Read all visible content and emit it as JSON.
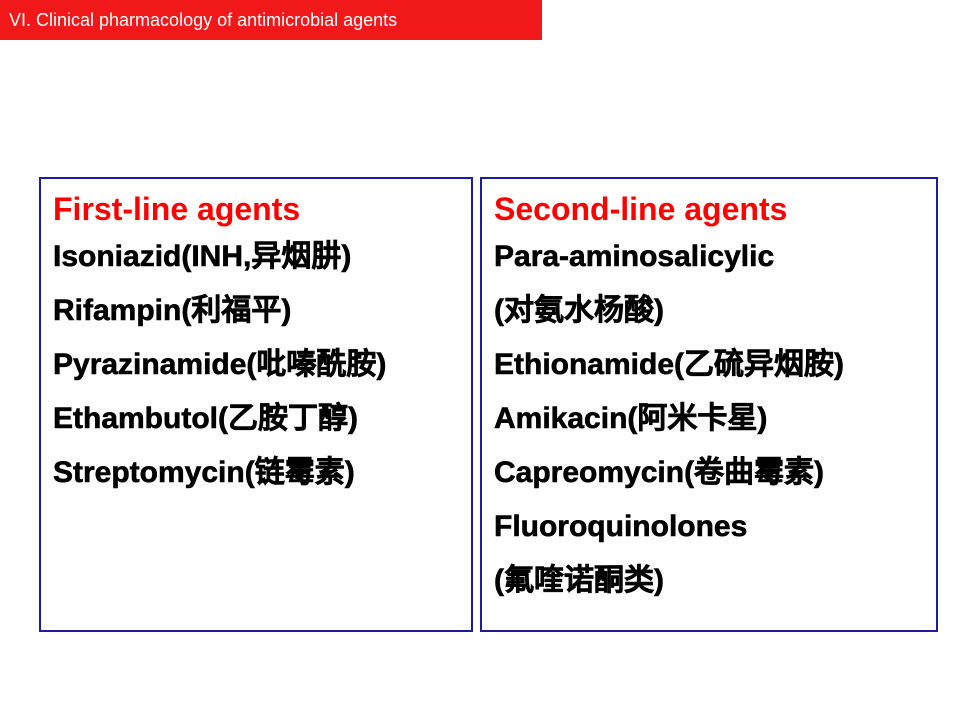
{
  "section_tag": "VI. Clinical pharmacology of antimicrobial agents",
  "first_line": {
    "heading": "First-line agents",
    "items": [
      "Isoniazid(INH,异烟肼)",
      "Rifampin(利福平)",
      "Pyrazinamide(吡嗪酰胺)",
      "Ethambutol(乙胺丁醇)",
      "Streptomycin(链霉素)"
    ]
  },
  "second_line": {
    "heading": "Second-line agents",
    "items": [
      "Para-aminosalicylic",
      "(对氨水杨酸)",
      "Ethionamide(乙硫异烟胺)",
      "Amikacin(阿米卡星)",
      "Capreomycin(卷曲霉素)",
      "Fluoroquinolones",
      "(氟喹诺酮类)"
    ]
  },
  "colors": {
    "tag_background": "#f01818",
    "heading_text": "#ff0000",
    "panel_border": "#1c1c9c"
  }
}
